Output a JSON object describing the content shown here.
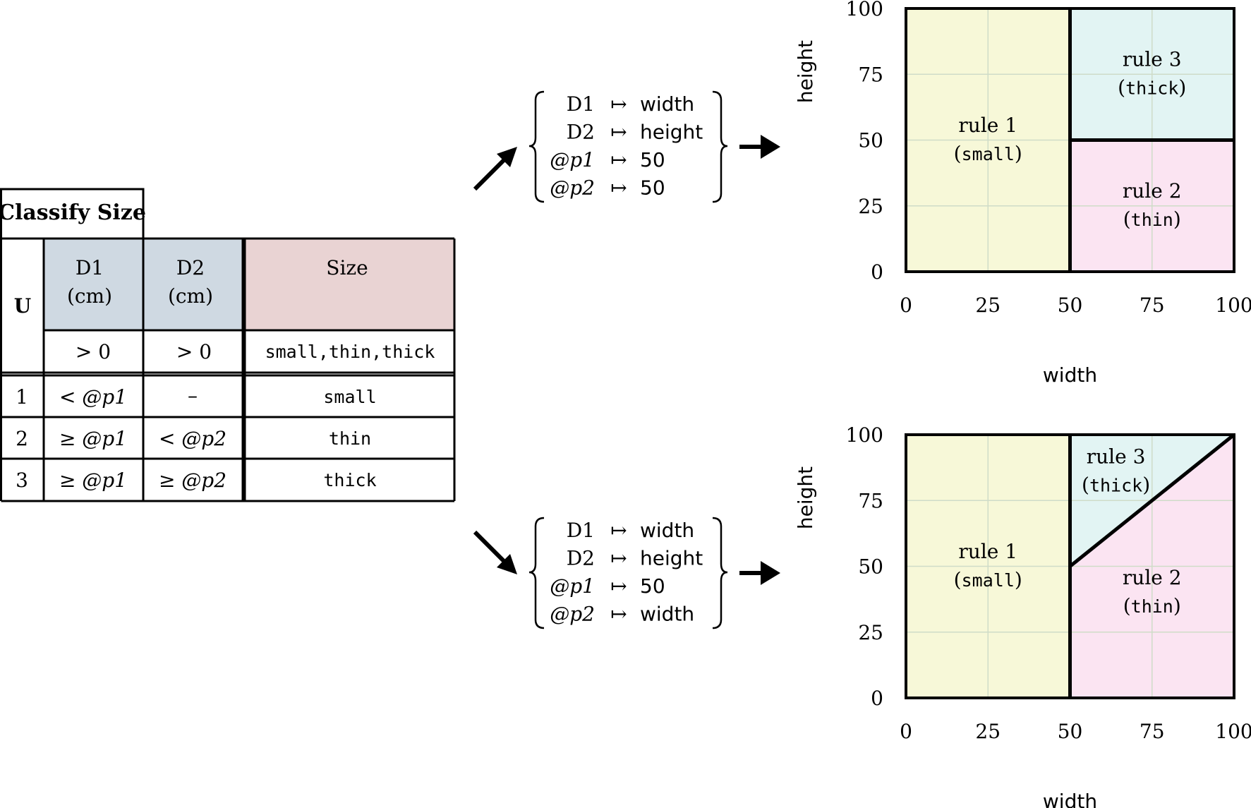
{
  "table": {
    "title": "Classify Size",
    "u_label": "U",
    "headers": [
      {
        "line1": "D1",
        "line2": "(cm)",
        "color": "#cfd9e2"
      },
      {
        "line1": "D2",
        "line2": "(cm)",
        "color": "#cfd9e2"
      },
      {
        "line1": "Size",
        "line2": "",
        "color": "#e9d3d3"
      }
    ],
    "constraints": [
      "> 0",
      "> 0",
      "small,thin,thick"
    ],
    "rows": [
      {
        "id": "1",
        "d1": "< @p1",
        "d2": "–",
        "size": "small"
      },
      {
        "id": "2",
        "d1": "≥ @p1",
        "d2": "< @p2",
        "size": "thin"
      },
      {
        "id": "3",
        "d1": "≥ @p1",
        "d2": "≥ @p2",
        "size": "thick"
      }
    ]
  },
  "mappings": [
    {
      "lines": [
        {
          "key": "D1",
          "value": "width"
        },
        {
          "key": "D2",
          "value": "height"
        },
        {
          "key": "@p1",
          "value": "50"
        },
        {
          "key": "@p2",
          "value": "50"
        }
      ]
    },
    {
      "lines": [
        {
          "key": "D1",
          "value": "width"
        },
        {
          "key": "D2",
          "value": "height"
        },
        {
          "key": "@p1",
          "value": "50"
        },
        {
          "key": "@p2",
          "value": "width"
        }
      ]
    }
  ],
  "chart_data": [
    {
      "type": "area",
      "xlabel": "width",
      "ylabel": "height",
      "xlim": [
        0,
        100
      ],
      "ylim": [
        0,
        100
      ],
      "xticks": [
        0,
        25,
        50,
        75,
        100
      ],
      "yticks": [
        0,
        25,
        50,
        75,
        100
      ],
      "grid": true,
      "regions": [
        {
          "rule": "rule 1",
          "label": "small",
          "color": "#f7f8d8",
          "polygon": [
            [
              0,
              0
            ],
            [
              50,
              0
            ],
            [
              50,
              100
            ],
            [
              0,
              100
            ]
          ],
          "label_at": [
            25,
            51
          ]
        },
        {
          "rule": "rule 2",
          "label": "thin",
          "color": "#fbe4f2",
          "polygon": [
            [
              50,
              0
            ],
            [
              100,
              0
            ],
            [
              100,
              50
            ],
            [
              50,
              50
            ]
          ],
          "label_at": [
            75,
            26
          ]
        },
        {
          "rule": "rule 3",
          "label": "thick",
          "color": "#e2f4f3",
          "polygon": [
            [
              50,
              50
            ],
            [
              100,
              50
            ],
            [
              100,
              100
            ],
            [
              50,
              100
            ]
          ],
          "label_at": [
            75,
            76
          ]
        }
      ],
      "boundaries": [
        [
          [
            50,
            0
          ],
          [
            50,
            100
          ]
        ],
        [
          [
            50,
            50
          ],
          [
            100,
            50
          ]
        ]
      ]
    },
    {
      "type": "area",
      "xlabel": "width",
      "ylabel": "height",
      "xlim": [
        0,
        100
      ],
      "ylim": [
        0,
        100
      ],
      "xticks": [
        0,
        25,
        50,
        75,
        100
      ],
      "yticks": [
        0,
        25,
        50,
        75,
        100
      ],
      "grid": true,
      "regions": [
        {
          "rule": "rule 1",
          "label": "small",
          "color": "#f7f8d8",
          "polygon": [
            [
              0,
              0
            ],
            [
              50,
              0
            ],
            [
              50,
              100
            ],
            [
              0,
              100
            ]
          ],
          "label_at": [
            25,
            51
          ]
        },
        {
          "rule": "rule 2",
          "label": "thin",
          "color": "#fbe4f2",
          "polygon": [
            [
              50,
              0
            ],
            [
              100,
              0
            ],
            [
              100,
              100
            ],
            [
              50,
              50
            ]
          ],
          "label_at": [
            75,
            41
          ]
        },
        {
          "rule": "rule 3",
          "label": "thick",
          "color": "#e2f4f3",
          "polygon": [
            [
              50,
              50
            ],
            [
              100,
              100
            ],
            [
              50,
              100
            ]
          ],
          "label_at": [
            64,
            87
          ]
        }
      ],
      "boundaries": [
        [
          [
            50,
            0
          ],
          [
            50,
            100
          ]
        ],
        [
          [
            50,
            50
          ],
          [
            100,
            100
          ]
        ]
      ]
    }
  ]
}
